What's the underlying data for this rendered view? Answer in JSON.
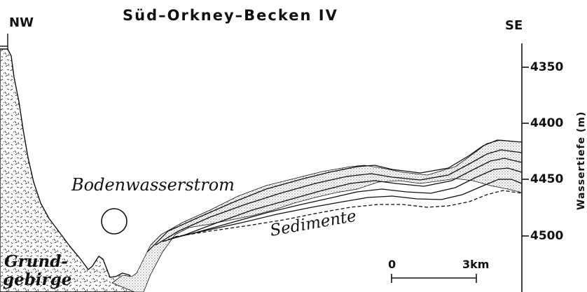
{
  "title": "Süd–Orkney–Becken IV",
  "left_label": "NW",
  "right_label": "SE",
  "axis": {
    "title": "Wassertiefe (m)",
    "ticks": [
      {
        "value": 4350,
        "label": "4350"
      },
      {
        "value": 4400,
        "label": "4400"
      },
      {
        "value": 4450,
        "label": "4450"
      },
      {
        "value": 4500,
        "label": "4500"
      }
    ]
  },
  "labels": {
    "current": "Bodenwasserstrom",
    "basement_line1": "Grund-",
    "basement_line2": "gebirge",
    "sediments": "Sedimente"
  },
  "scale_bar": {
    "start": "0",
    "end": "3km"
  },
  "colors": {
    "ink": "#111111",
    "background": "#ffffff"
  }
}
